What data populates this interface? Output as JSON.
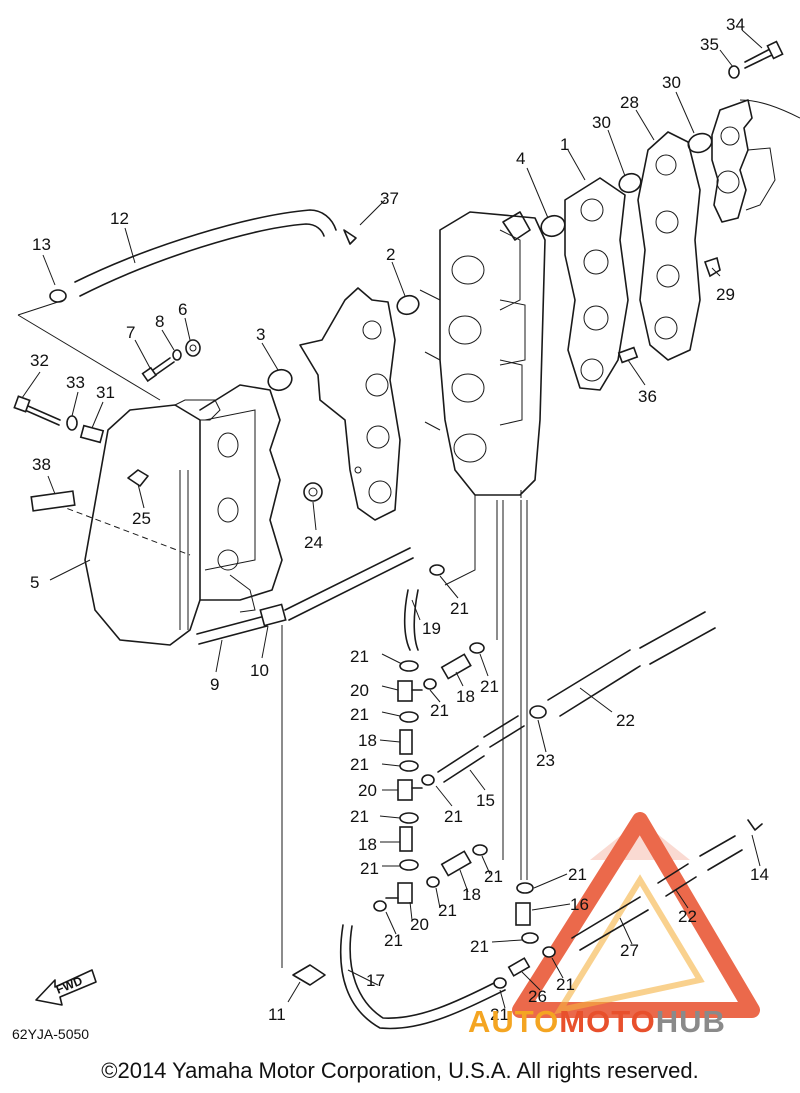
{
  "diagram_code": "62YJA-5050",
  "copyright": "©2014 Yamaha Motor Corporation, U.S.A. All rights reserved.",
  "direction_label": "FWD",
  "watermark": {
    "part1": "AUTO",
    "part2": "MOTO",
    "part3": "HUB"
  },
  "callouts": [
    {
      "id": "c34",
      "text": "34"
    },
    {
      "id": "c35",
      "text": "35"
    },
    {
      "id": "c30a",
      "text": "30"
    },
    {
      "id": "c30b",
      "text": "30"
    },
    {
      "id": "c28",
      "text": "28"
    },
    {
      "id": "c1",
      "text": "1"
    },
    {
      "id": "c4",
      "text": "4"
    },
    {
      "id": "c29",
      "text": "29"
    },
    {
      "id": "c36",
      "text": "36"
    },
    {
      "id": "c37",
      "text": "37"
    },
    {
      "id": "c12",
      "text": "12"
    },
    {
      "id": "c13",
      "text": "13"
    },
    {
      "id": "c2",
      "text": "2"
    },
    {
      "id": "c3",
      "text": "3"
    },
    {
      "id": "c7",
      "text": "7"
    },
    {
      "id": "c8",
      "text": "8"
    },
    {
      "id": "c6",
      "text": "6"
    },
    {
      "id": "c32",
      "text": "32"
    },
    {
      "id": "c33",
      "text": "33"
    },
    {
      "id": "c31",
      "text": "31"
    },
    {
      "id": "c38",
      "text": "38"
    },
    {
      "id": "c25",
      "text": "25"
    },
    {
      "id": "c24",
      "text": "24"
    },
    {
      "id": "c5",
      "text": "5"
    },
    {
      "id": "c9",
      "text": "9"
    },
    {
      "id": "c10",
      "text": "10"
    },
    {
      "id": "c11",
      "text": "11"
    },
    {
      "id": "c21a",
      "text": "21"
    },
    {
      "id": "c19",
      "text": "19"
    },
    {
      "id": "c21b",
      "text": "21"
    },
    {
      "id": "c21c",
      "text": "21"
    },
    {
      "id": "c18a",
      "text": "18"
    },
    {
      "id": "c20a",
      "text": "20"
    },
    {
      "id": "c21d",
      "text": "21"
    },
    {
      "id": "c21e",
      "text": "21"
    },
    {
      "id": "c22a",
      "text": "22"
    },
    {
      "id": "c23",
      "text": "23"
    },
    {
      "id": "c18b",
      "text": "18"
    },
    {
      "id": "c21f",
      "text": "21"
    },
    {
      "id": "c15",
      "text": "15"
    },
    {
      "id": "c20b",
      "text": "20"
    },
    {
      "id": "c21g",
      "text": "21"
    },
    {
      "id": "c21h",
      "text": "21"
    },
    {
      "id": "c18c",
      "text": "18"
    },
    {
      "id": "c21i",
      "text": "21"
    },
    {
      "id": "c18d",
      "text": "18"
    },
    {
      "id": "c21j",
      "text": "21"
    },
    {
      "id": "c21k",
      "text": "21"
    },
    {
      "id": "c16",
      "text": "16"
    },
    {
      "id": "c14",
      "text": "14"
    },
    {
      "id": "c22b",
      "text": "22"
    },
    {
      "id": "c20c",
      "text": "20"
    },
    {
      "id": "c21l",
      "text": "21"
    },
    {
      "id": "c21m",
      "text": "21"
    },
    {
      "id": "c21n",
      "text": "21"
    },
    {
      "id": "c27",
      "text": "27"
    },
    {
      "id": "c21o",
      "text": "21"
    },
    {
      "id": "c26",
      "text": "26"
    },
    {
      "id": "c21p",
      "text": "21"
    },
    {
      "id": "c17",
      "text": "17"
    },
    {
      "id": "c21q",
      "text": "21"
    }
  ]
}
